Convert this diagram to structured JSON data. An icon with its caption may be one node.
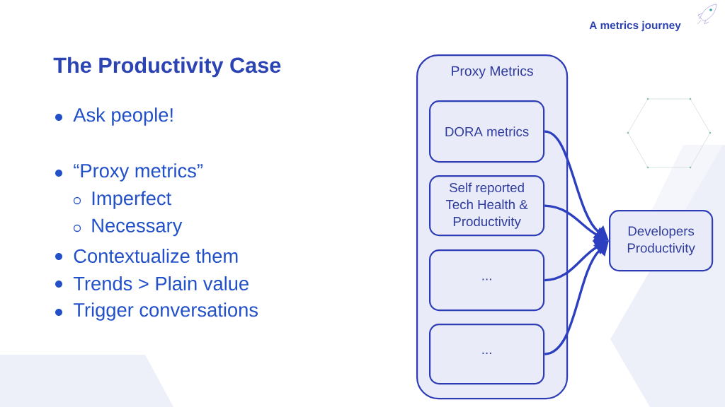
{
  "diagram": {
    "title": "The Productivity Case",
    "nodes": [
      {
        "text": [
          "Proxy Metrics"
        ]
      },
      {
        "text": [
          "DORA metrics"
        ],
        "in": 0
      },
      {
        "text": [
          "Self reported Tech Health & Productivity"
        ],
        "in": 0
      },
      {
        "text": [
          "..."
        ],
        "in": 0
      },
      {
        "text": [
          "..."
        ],
        "in": 0
      },
      {
        "text": [
          "Developers Productivity"
        ]
      }
    ],
    "edges": [
      {
        "from": 1,
        "to": 5,
        "arrow": "to"
      },
      {
        "from": 2,
        "to": 5,
        "arrow": "to"
      },
      {
        "from": 3,
        "to": 5,
        "arrow": "to"
      },
      {
        "from": 4,
        "to": 5,
        "arrow": "to"
      }
    ],
    "labels": [
      "A metrics journey",
      "Ask people!",
      "“Proxy metrics”",
      "Imperfect",
      "Necessary",
      "Contextualize them",
      "Trends > Plain value",
      "Trigger conversations"
    ]
  }
}
